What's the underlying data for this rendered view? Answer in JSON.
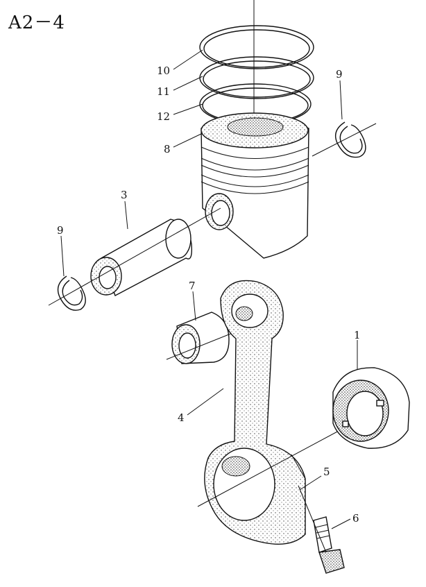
{
  "page_title": "A2－4",
  "callouts": {
    "c1": "1",
    "c3": "3",
    "c4": "4",
    "c5": "5",
    "c6": "6",
    "c7": "7",
    "c8": "8",
    "c9a": "9",
    "c9b": "9",
    "c10": "10",
    "c11": "11",
    "c12": "12"
  }
}
